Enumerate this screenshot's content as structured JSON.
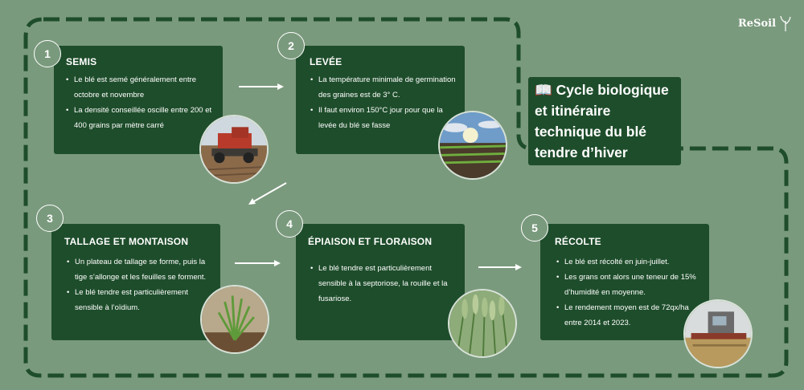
{
  "logo": {
    "text": "ReSoil"
  },
  "title": {
    "icon": "📖",
    "text": "Cycle biologique et itinéraire technique du blé tendre d’hiver"
  },
  "steps": [
    {
      "number": "1",
      "title": "SEMIS",
      "bullets": [
        "Le blé est semé généralement entre octobre et novembre",
        "La densité conseillée oscille entre 200 et 400 grains par mètre carré"
      ]
    },
    {
      "number": "2",
      "title": "LEVÉE",
      "bullets": [
        "La température minimale de germination des graines est de 3° C.",
        "Il faut environ 150°C jour pour que la levée du blé se fasse"
      ]
    },
    {
      "number": "3",
      "title": "TALLAGE ET MONTAISON",
      "bullets": [
        "Un plateau de tallage se forme, puis la tige s’allonge et les feuilles se forment.",
        "Le blé tendre est particulièrement sensible à l’oïdium."
      ]
    },
    {
      "number": "4",
      "title": "ÉPIAISON ET FLORAISON",
      "bullets": [
        "Le blé tendre est particulièrement sensible à la septoriose, la rouille et la fusariose."
      ]
    },
    {
      "number": "5",
      "title": "RÉCOLTE",
      "bullets": [
        "Le blé est récolté en juin-juillet.",
        "Les grans ont alors une teneur de 15% d’humidité en moyenne.",
        "Le rendement moyen est de 72qx/ha entre 2014 et 2023."
      ]
    }
  ],
  "colors": {
    "background": "#7a9a7d",
    "card": "#1e4d2b",
    "dash": "#1e4d2b",
    "text": "#ffffff"
  }
}
